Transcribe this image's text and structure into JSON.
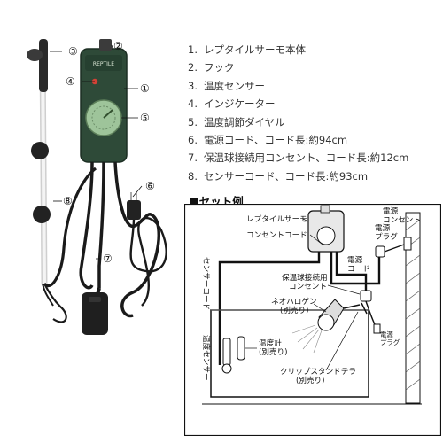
{
  "callouts": [
    "③",
    "②",
    "④",
    "①",
    "⑤",
    "⑥",
    "⑧",
    "⑦"
  ],
  "parts": [
    {
      "num": "1.",
      "text": "レプタイルサーモ本体"
    },
    {
      "num": "2.",
      "text": "フック"
    },
    {
      "num": "3.",
      "text": "温度センサー"
    },
    {
      "num": "4.",
      "text": "インジケーター"
    },
    {
      "num": "5.",
      "text": "温度調節ダイヤル"
    },
    {
      "num": "6.",
      "text": "電源コード、コード長:約94cm"
    },
    {
      "num": "7.",
      "text": "保温球接続用コンセント、コード長:約12cm"
    },
    {
      "num": "8.",
      "text": "センサーコード、コード長:約93cm"
    }
  ],
  "diagram": {
    "title": "■セット例",
    "labels": {
      "thermo": "レプタイルサーモ",
      "outlet_cord": "コンセントコード",
      "power_outlet_1": "電源",
      "power_outlet_2": "コンセント",
      "power_plug_1": "電源",
      "power_plug_2": "プラグ",
      "power_cord_1": "電源",
      "power_cord_2": "コード",
      "sensor_cord": "センサーコード",
      "heat_outlet_1": "保温球接続用",
      "heat_outlet_2": "コンセント",
      "neo_1": "ネオハロゲン",
      "neo_2": "(別売り)",
      "temp_sensor": "温度センサー",
      "thermometer_1": "温度計",
      "thermometer_2": "(別売り)",
      "clip_1": "クリップスタンドテラ",
      "clip_2": "(別売り)",
      "plug_small_1": "電源",
      "plug_small_2": "プラグ"
    }
  },
  "colors": {
    "device_green": "#2e4a38",
    "cable": "#1a1a1a",
    "dial": "#9ec49a"
  }
}
